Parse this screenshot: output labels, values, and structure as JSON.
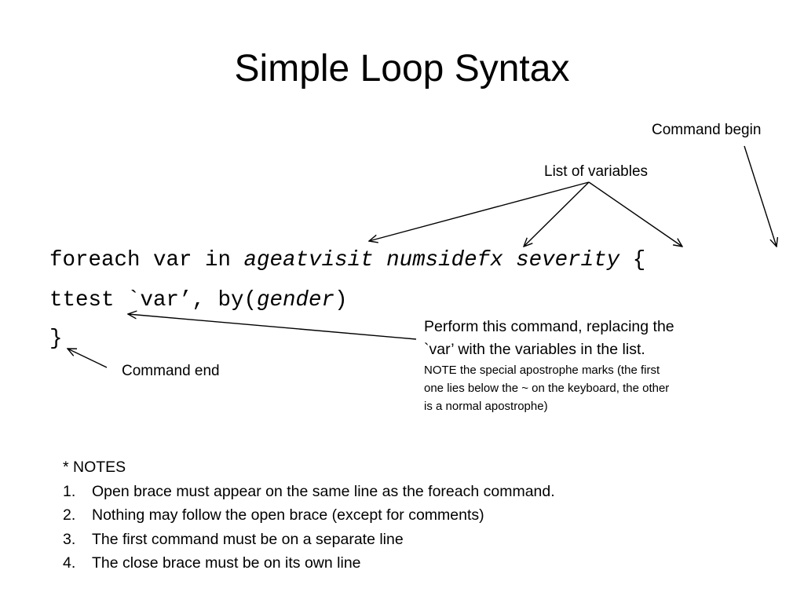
{
  "slide": {
    "title": "Simple Loop Syntax"
  },
  "code": {
    "line1": {
      "prefix": "foreach var in ",
      "vars": [
        "ageatvisit",
        "numsidefx",
        "severity"
      ],
      "open_brace": "{"
    },
    "line2": {
      "command": "ttest `var’, by(",
      "option_arg": "gender",
      "close_paren": ")"
    },
    "line3": {
      "close_brace": "}"
    }
  },
  "annotations": {
    "command_begin": "Command begin",
    "list_of_variables": "List of variables",
    "command_end": "Command end",
    "perform_line1": "Perform this command, replacing the",
    "perform_line2": "`var’ with the variables in the list.",
    "note_line1": "NOTE the special apostrophe marks (the first",
    "note_line2": "one lies below the ~ on the keyboard, the other",
    "note_line3": "is a normal apostrophe)"
  },
  "notes": {
    "heading": "* NOTES",
    "items": [
      {
        "num": "1.",
        "text": "Open brace must appear on the same line as the foreach command."
      },
      {
        "num": "2.",
        "text": "Nothing may follow the open brace (except for comments)"
      },
      {
        "num": "3.",
        "text": "The first command must be on a separate line"
      },
      {
        "num": "4.",
        "text": "The close brace must be on its own line"
      }
    ]
  }
}
